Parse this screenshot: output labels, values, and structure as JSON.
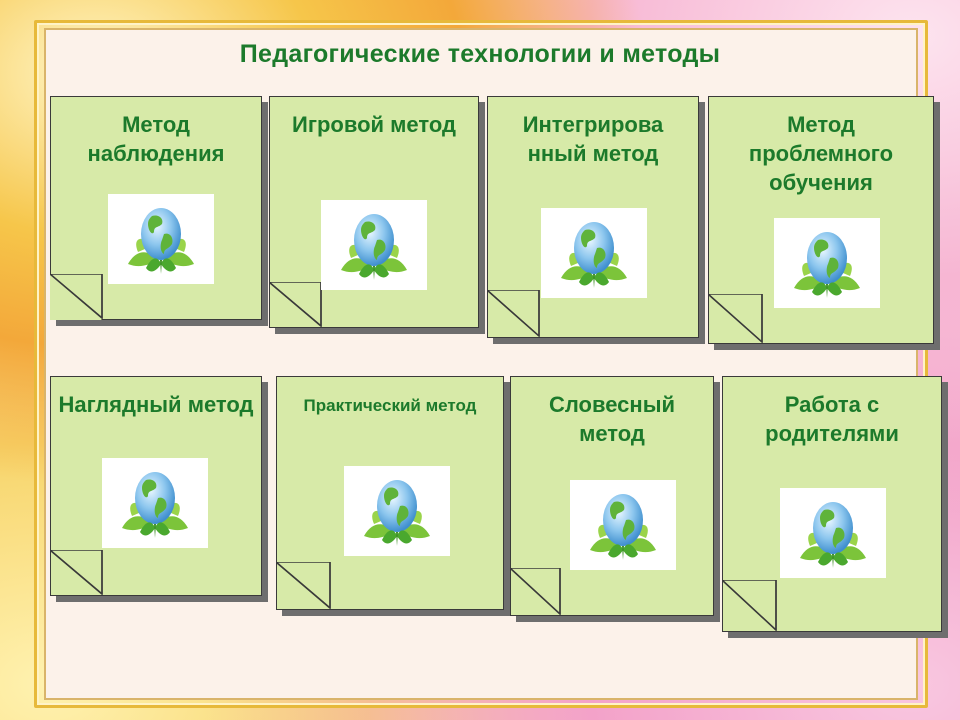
{
  "title": "Педагогические технологии и методы",
  "cards": [
    {
      "label": "Метод наблюдения",
      "icon": "globe-sprout-icon"
    },
    {
      "label": "Игровой метод",
      "icon": "globe-sprout-icon"
    },
    {
      "label": "Интегрирова нный метод",
      "icon": "globe-sprout-icon"
    },
    {
      "label": "Метод проблемного обучения",
      "icon": "globe-sprout-icon"
    },
    {
      "label": "Наглядный метод",
      "icon": "globe-sprout-icon"
    },
    {
      "label": "Практический метод",
      "icon": "globe-sprout-icon"
    },
    {
      "label": "Словесный метод",
      "icon": "globe-sprout-icon"
    },
    {
      "label": "Работа с родителями",
      "icon": "globe-sprout-icon"
    }
  ],
  "colors": {
    "title": "#1c7a2b",
    "card_fill": "#d7eaa8",
    "card_shadow": "#6e6e6e",
    "frame": "#e7b93a"
  }
}
